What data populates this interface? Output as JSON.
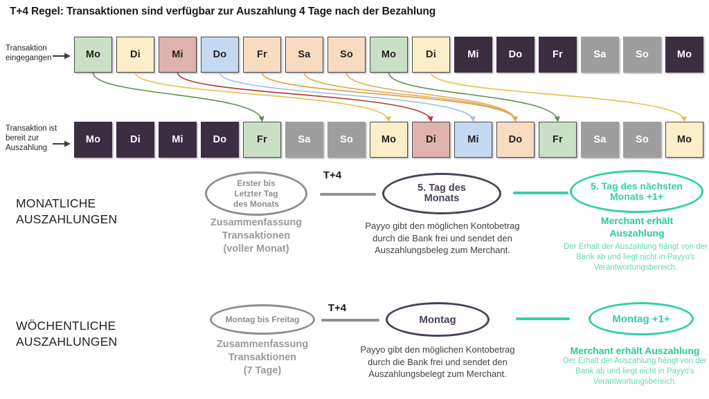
{
  "title": "T+4 Regel: Transaktionen sind verfügbar zur Auszahlung 4 Tage nach der Bezahlung",
  "colors": {
    "green": "#c9e0c4",
    "yellow": "#fbeec8",
    "red": "#e0b2ad",
    "blue": "#c5d9f2",
    "peach": "#f7dcc2",
    "dark": "#3b2e41",
    "grey": "#9e9e9e",
    "grey_line": "#8e8e8e",
    "purple": "#4b3f55",
    "teal": "#2fd0a5",
    "teal_light": "#63d8b6"
  },
  "rows": {
    "incoming": {
      "label": "Transaktion eingegangen",
      "arrow_icon": "right-arrow-icon",
      "days": [
        {
          "label": "Mo",
          "bg": "#c9e0c4",
          "fg": "#231f20",
          "border": "#4a4a4a"
        },
        {
          "label": "Di",
          "bg": "#fbeec8",
          "fg": "#231f20",
          "border": "#4a4a4a"
        },
        {
          "label": "Mi",
          "bg": "#e0b2ad",
          "fg": "#231f20",
          "border": "#4a4a4a"
        },
        {
          "label": "Do",
          "bg": "#c5d9f2",
          "fg": "#231f20",
          "border": "#4a4a4a"
        },
        {
          "label": "Fr",
          "bg": "#f7dcc2",
          "fg": "#231f20",
          "border": "#4a4a4a"
        },
        {
          "label": "Sa",
          "bg": "#f7dcc2",
          "fg": "#231f20",
          "border": "#4a4a4a"
        },
        {
          "label": "So",
          "bg": "#f7dcc2",
          "fg": "#231f20",
          "border": "#4a4a4a"
        },
        {
          "label": "Mo",
          "bg": "#c9e0c4",
          "fg": "#231f20",
          "border": "#4a4a4a"
        },
        {
          "label": "Di",
          "bg": "#fbeec8",
          "fg": "#231f20",
          "border": "#4a4a4a"
        },
        {
          "label": "Mi",
          "bg": "#3b2e41",
          "fg": "#ffffff",
          "border": "#3b2e41"
        },
        {
          "label": "Do",
          "bg": "#3b2e41",
          "fg": "#ffffff",
          "border": "#3b2e41"
        },
        {
          "label": "Fr",
          "bg": "#3b2e41",
          "fg": "#ffffff",
          "border": "#3b2e41"
        },
        {
          "label": "Sa",
          "bg": "#9e9e9e",
          "fg": "#ffffff",
          "border": "#9e9e9e"
        },
        {
          "label": "So",
          "bg": "#9e9e9e",
          "fg": "#ffffff",
          "border": "#9e9e9e"
        },
        {
          "label": "Mo",
          "bg": "#3b2e41",
          "fg": "#ffffff",
          "border": "#3b2e41"
        }
      ]
    },
    "ready": {
      "label": "Transaktion ist bereit zur Auszahlung",
      "arrow_icon": "right-arrow-icon",
      "days": [
        {
          "label": "Mo",
          "bg": "#3b2e41",
          "fg": "#ffffff",
          "border": "#3b2e41"
        },
        {
          "label": "Di",
          "bg": "#3b2e41",
          "fg": "#ffffff",
          "border": "#3b2e41"
        },
        {
          "label": "Mi",
          "bg": "#3b2e41",
          "fg": "#ffffff",
          "border": "#3b2e41"
        },
        {
          "label": "Do",
          "bg": "#3b2e41",
          "fg": "#ffffff",
          "border": "#3b2e41"
        },
        {
          "label": "Fr",
          "bg": "#c9e0c4",
          "fg": "#231f20",
          "border": "#4a4a4a"
        },
        {
          "label": "Sa",
          "bg": "#9e9e9e",
          "fg": "#ffffff",
          "border": "#9e9e9e"
        },
        {
          "label": "So",
          "bg": "#9e9e9e",
          "fg": "#ffffff",
          "border": "#9e9e9e"
        },
        {
          "label": "Mo",
          "bg": "#fbeec8",
          "fg": "#231f20",
          "border": "#4a4a4a"
        },
        {
          "label": "Di",
          "bg": "#e0b2ad",
          "fg": "#231f20",
          "border": "#4a4a4a"
        },
        {
          "label": "Mi",
          "bg": "#c5d9f2",
          "fg": "#231f20",
          "border": "#4a4a4a"
        },
        {
          "label": "Do",
          "bg": "#f7dcc2",
          "fg": "#231f20",
          "border": "#4a4a4a"
        },
        {
          "label": "Fr",
          "bg": "#c9e0c4",
          "fg": "#231f20",
          "border": "#4a4a4a"
        },
        {
          "label": "Sa",
          "bg": "#9e9e9e",
          "fg": "#ffffff",
          "border": "#9e9e9e"
        },
        {
          "label": "So",
          "bg": "#9e9e9e",
          "fg": "#ffffff",
          "border": "#9e9e9e"
        },
        {
          "label": "Mo",
          "bg": "#fbeec8",
          "fg": "#231f20",
          "border": "#4a4a4a"
        }
      ]
    }
  },
  "flow_arrows": [
    {
      "from": 0,
      "to": 4,
      "color": "#5a8f4a"
    },
    {
      "from": 1,
      "to": 7,
      "color": "#e5c04a"
    },
    {
      "from": 2,
      "to": 8,
      "color": "#b5342c"
    },
    {
      "from": 3,
      "to": 9,
      "color": "#9cc0e4"
    },
    {
      "from": 4,
      "to": 10,
      "color": "#e09a3e"
    },
    {
      "from": 5,
      "to": 10,
      "color": "#e0a85a"
    },
    {
      "from": 6,
      "to": 10,
      "color": "#e0a85a"
    },
    {
      "from": 7,
      "to": 11,
      "color": "#5a8f4a"
    },
    {
      "from": 8,
      "to": 14,
      "color": "#e5c04a"
    }
  ],
  "monthly": {
    "section_title_line1": "MONATLICHE",
    "section_title_line2": "AUSZAHLUNGEN",
    "step1": {
      "ellipse_line1": "Erster bis",
      "ellipse_line2": "Letzter Tag",
      "ellipse_line3": "des Monats",
      "caption_line1": "Zusammenfassung",
      "caption_line2": "Transaktionen",
      "caption_line3": "(voller Monat)"
    },
    "connector1_label": "T+4",
    "step2": {
      "ellipse_line1": "5. Tag des",
      "ellipse_line2": "Monats",
      "caption": "Payyo gibt den möglichen Kontobetrag durch die Bank frei und sendet den Auszahlungsbeleg zum Merchant."
    },
    "step3": {
      "ellipse_line1": "5. Tag des nächsten",
      "ellipse_line2": "Monats +1+",
      "caption_bold_line1": "Merchant erhält",
      "caption_bold_line2": "Auszahlung",
      "caption_small": "Der Erhalt der Auszahlung hängt von der Bank ab und liegt nicht in Payyo's Verantwortungsbereich."
    }
  },
  "weekly": {
    "section_title_line1": "WÖCHENTLICHE",
    "section_title_line2": "AUSZAHLUNGEN",
    "step1": {
      "ellipse_line1": "Montag bis Freitag",
      "caption_line1": "Zusammenfassung",
      "caption_line2": "Transaktionen",
      "caption_line3": "(7 Tage)"
    },
    "connector1_label": "T+4",
    "step2": {
      "ellipse_line1": "Montag",
      "caption": "Payyo gibt den möglichen Kontobetrag durch die Bank frei und sendet den Auszahlungsbelegt zum Merchant."
    },
    "step3": {
      "ellipse_line1": "Montag +1+",
      "caption_bold_line1": "Merchant erhält Auszahlung",
      "caption_small": "Der Erhalt der Auszahlung hängt von der Bank ab und liegt nicht in Payyo's Verantwortungsbereich."
    }
  }
}
